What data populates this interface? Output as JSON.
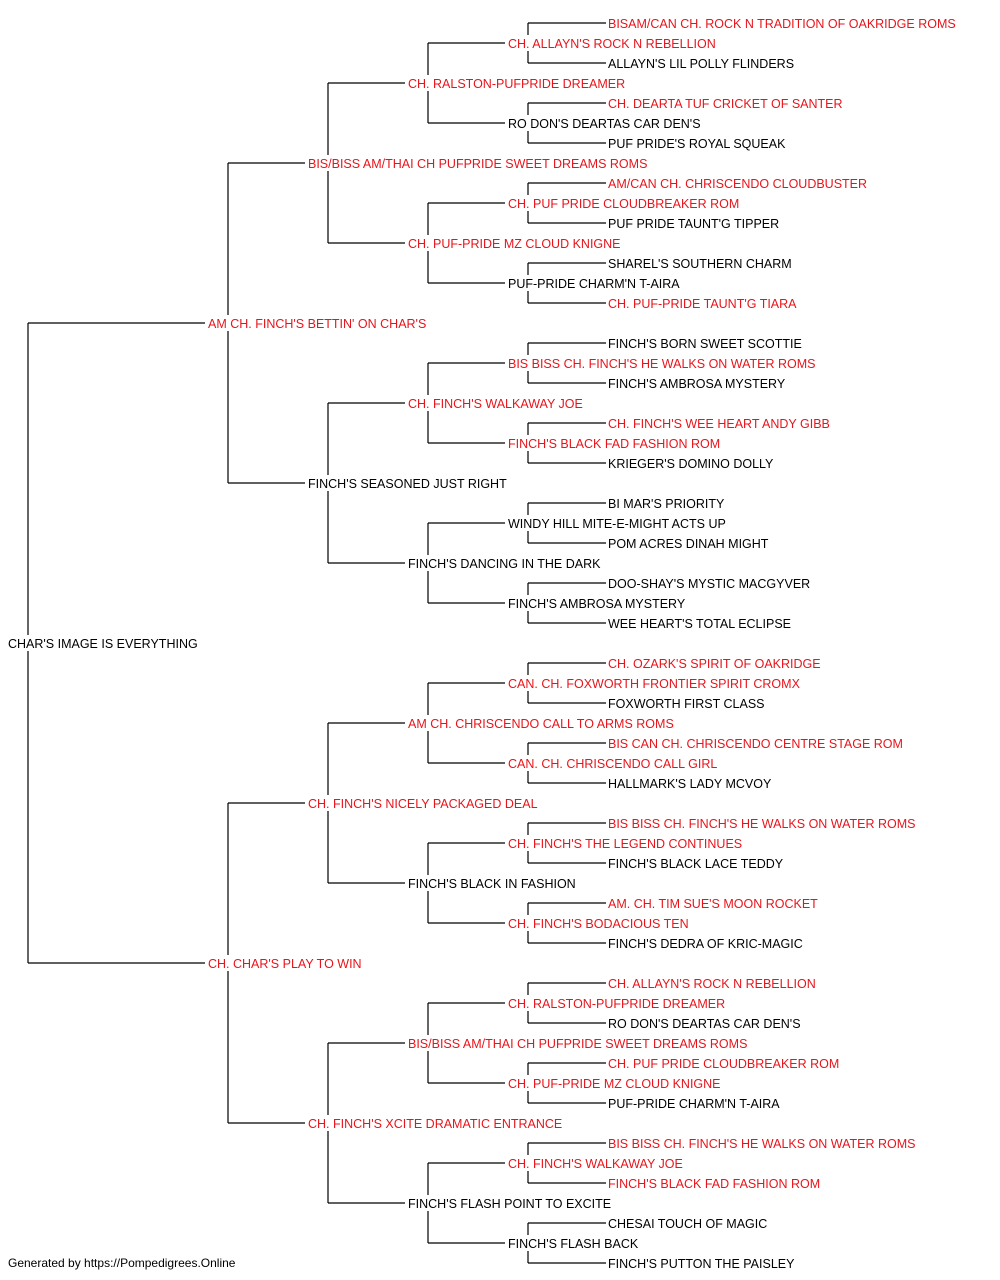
{
  "title_color_champion": "#e8141b",
  "text_color_plain": "#000000",
  "line_color": "#000000",
  "pedigree": {
    "name": "CHAR'S IMAGE IS EVERYTHING",
    "champion": false,
    "parents": [
      {
        "name": "AM CH. FINCH'S BETTIN' ON CHAR'S",
        "champion": true,
        "parents": [
          {
            "name": "BIS/BISS AM/THAI CH PUFPRIDE SWEET DREAMS ROMS",
            "champion": true,
            "parents": [
              {
                "name": "CH. RALSTON-PUFPRIDE DREAMER",
                "champion": true,
                "parents": [
                  {
                    "name": "CH. ALLAYN'S ROCK N REBELLION",
                    "champion": true,
                    "parents": [
                      {
                        "name": "BISAM/CAN CH. ROCK N TRADITION OF OAKRIDGE ROMS",
                        "champion": true
                      },
                      {
                        "name": "ALLAYN'S LIL POLLY FLINDERS",
                        "champion": false
                      }
                    ]
                  },
                  {
                    "name": "RO DON'S DEARTAS CAR DEN'S",
                    "champion": false,
                    "parents": [
                      {
                        "name": "CH. DEARTA TUF CRICKET OF SANTER",
                        "champion": true
                      },
                      {
                        "name": "PUF PRIDE'S ROYAL SQUEAK",
                        "champion": false
                      }
                    ]
                  }
                ]
              },
              {
                "name": "CH. PUF-PRIDE MZ CLOUD KNIGNE",
                "champion": true,
                "parents": [
                  {
                    "name": "CH. PUF PRIDE CLOUDBREAKER ROM",
                    "champion": true,
                    "parents": [
                      {
                        "name": "AM/CAN CH. CHRISCENDO CLOUDBUSTER",
                        "champion": true
                      },
                      {
                        "name": "PUF PRIDE TAUNT'G TIPPER",
                        "champion": false
                      }
                    ]
                  },
                  {
                    "name": "PUF-PRIDE CHARM'N T-AIRA",
                    "champion": false,
                    "parents": [
                      {
                        "name": "SHAREL'S SOUTHERN CHARM",
                        "champion": false
                      },
                      {
                        "name": "CH. PUF-PRIDE TAUNT'G TIARA",
                        "champion": true
                      }
                    ]
                  }
                ]
              }
            ]
          },
          {
            "name": "FINCH'S SEASONED JUST RIGHT",
            "champion": false,
            "parents": [
              {
                "name": "CH. FINCH'S WALKAWAY JOE",
                "champion": true,
                "parents": [
                  {
                    "name": "BIS BISS CH. FINCH'S HE WALKS ON WATER ROMS",
                    "champion": true,
                    "parents": [
                      {
                        "name": "FINCH'S BORN SWEET SCOTTIE",
                        "champion": false
                      },
                      {
                        "name": "FINCH'S AMBROSA MYSTERY",
                        "champion": false
                      }
                    ]
                  },
                  {
                    "name": "FINCH'S BLACK FAD FASHION ROM",
                    "champion": true,
                    "parents": [
                      {
                        "name": "CH. FINCH'S WEE HEART ANDY GIBB",
                        "champion": true
                      },
                      {
                        "name": "KRIEGER'S DOMINO DOLLY",
                        "champion": false
                      }
                    ]
                  }
                ]
              },
              {
                "name": "FINCH'S DANCING IN THE DARK",
                "champion": false,
                "parents": [
                  {
                    "name": "WINDY HILL MITE-E-MIGHT ACTS UP",
                    "champion": false,
                    "parents": [
                      {
                        "name": "BI MAR'S PRIORITY",
                        "champion": false
                      },
                      {
                        "name": "POM ACRES DINAH MIGHT",
                        "champion": false
                      }
                    ]
                  },
                  {
                    "name": "FINCH'S AMBROSA MYSTERY",
                    "champion": false,
                    "parents": [
                      {
                        "name": "DOO-SHAY'S MYSTIC MACGYVER",
                        "champion": false
                      },
                      {
                        "name": "WEE HEART'S TOTAL ECLIPSE",
                        "champion": false
                      }
                    ]
                  }
                ]
              }
            ]
          }
        ]
      },
      {
        "name": "CH. CHAR'S PLAY TO WIN",
        "champion": true,
        "parents": [
          {
            "name": "CH. FINCH'S NICELY PACKAGED DEAL",
            "champion": true,
            "parents": [
              {
                "name": "AM CH. CHRISCENDO CALL TO ARMS ROMS",
                "champion": true,
                "parents": [
                  {
                    "name": "CAN. CH. FOXWORTH FRONTIER SPIRIT CROMX",
                    "champion": true,
                    "parents": [
                      {
                        "name": "CH. OZARK'S SPIRIT OF OAKRIDGE",
                        "champion": true
                      },
                      {
                        "name": "FOXWORTH FIRST CLASS",
                        "champion": false
                      }
                    ]
                  },
                  {
                    "name": "CAN. CH. CHRISCENDO CALL GIRL",
                    "champion": true,
                    "parents": [
                      {
                        "name": "BIS CAN CH. CHRISCENDO CENTRE STAGE ROM",
                        "champion": true
                      },
                      {
                        "name": "HALLMARK'S LADY MCVOY",
                        "champion": false
                      }
                    ]
                  }
                ]
              },
              {
                "name": "FINCH'S BLACK IN FASHION",
                "champion": false,
                "parents": [
                  {
                    "name": "CH. FINCH'S THE LEGEND CONTINUES",
                    "champion": true,
                    "parents": [
                      {
                        "name": "BIS BISS CH. FINCH'S HE WALKS ON WATER ROMS",
                        "champion": true
                      },
                      {
                        "name": "FINCH'S BLACK LACE TEDDY",
                        "champion": false
                      }
                    ]
                  },
                  {
                    "name": "CH. FINCH'S BODACIOUS TEN",
                    "champion": true,
                    "parents": [
                      {
                        "name": "AM. CH. TIM SUE'S MOON ROCKET",
                        "champion": true
                      },
                      {
                        "name": "FINCH'S DEDRA OF KRIC-MAGIC",
                        "champion": false
                      }
                    ]
                  }
                ]
              }
            ]
          },
          {
            "name": "CH. FINCH'S XCITE DRAMATIC ENTRANCE",
            "champion": true,
            "parents": [
              {
                "name": "BIS/BISS AM/THAI CH PUFPRIDE SWEET DREAMS ROMS",
                "champion": true,
                "parents": [
                  {
                    "name": "CH. RALSTON-PUFPRIDE DREAMER",
                    "champion": true,
                    "parents": [
                      {
                        "name": "CH. ALLAYN'S ROCK N REBELLION",
                        "champion": true
                      },
                      {
                        "name": "RO DON'S DEARTAS CAR DEN'S",
                        "champion": false
                      }
                    ]
                  },
                  {
                    "name": "CH. PUF-PRIDE MZ CLOUD KNIGNE",
                    "champion": true,
                    "parents": [
                      {
                        "name": "CH. PUF PRIDE CLOUDBREAKER ROM",
                        "champion": true
                      },
                      {
                        "name": "PUF-PRIDE CHARM'N T-AIRA",
                        "champion": false
                      }
                    ]
                  }
                ]
              },
              {
                "name": "FINCH'S FLASH POINT TO EXCITE",
                "champion": false,
                "parents": [
                  {
                    "name": "CH. FINCH'S WALKAWAY JOE",
                    "champion": true,
                    "parents": [
                      {
                        "name": "BIS BISS CH. FINCH'S HE WALKS ON WATER ROMS",
                        "champion": true
                      },
                      {
                        "name": "FINCH'S BLACK FAD FASHION ROM",
                        "champion": true
                      }
                    ]
                  },
                  {
                    "name": "FINCH'S FLASH BACK",
                    "champion": false,
                    "parents": [
                      {
                        "name": "CHESAI TOUCH OF MAGIC",
                        "champion": false
                      },
                      {
                        "name": "FINCH'S PUTTON THE PAISLEY",
                        "champion": false
                      }
                    ]
                  }
                ]
              }
            ]
          }
        ]
      }
    ]
  },
  "footer": "Generated by https://Pompedigrees.Online"
}
